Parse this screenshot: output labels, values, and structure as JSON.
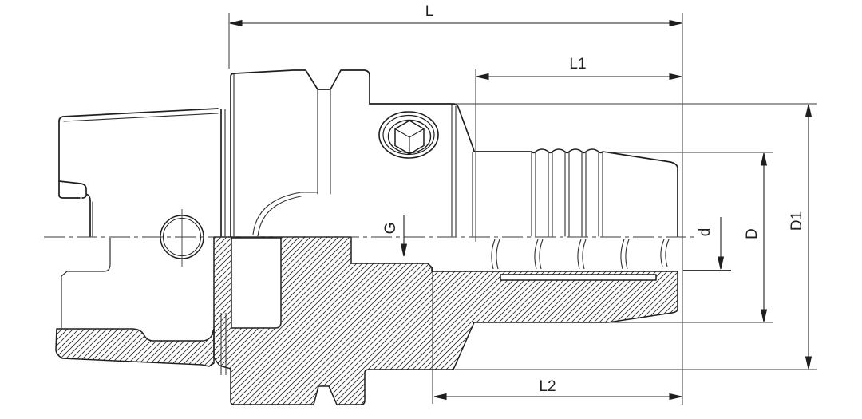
{
  "dims": {
    "L": "L",
    "L1": "L1",
    "L2": "L2",
    "G": "G",
    "d": "d",
    "D": "D",
    "D1": "D1"
  },
  "colors": {
    "line": "#1f1f1f",
    "thin_line": "#3a3a3a",
    "background": "#ffffff"
  }
}
